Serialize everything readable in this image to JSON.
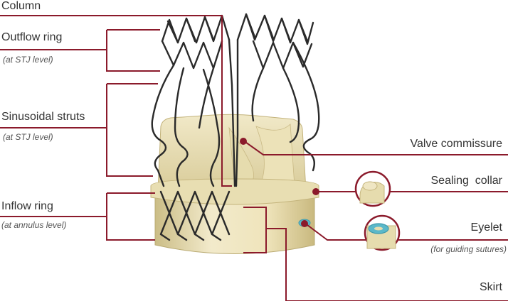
{
  "colors": {
    "leader": "#8b1a2b",
    "frame": "#2a2a2a",
    "skirt_light": "#efe6bd",
    "skirt_shadow": "#cfc08a",
    "eyelet": "#5bb8c9"
  },
  "labels": {
    "column": "Column",
    "outflow_ring": "Outflow ring",
    "outflow_ring_sub": "(at STJ level)",
    "sinusoidal_struts": "Sinusoidal struts",
    "sinusoidal_struts_sub": "(at STJ level)",
    "inflow_ring": "Inflow ring",
    "inflow_ring_sub": "(at annulus level)",
    "valve_commissure": "Valve commissure",
    "sealing_collar": "Sealing  collar",
    "eyelet": "Eyelet",
    "eyelet_sub": "(for guiding sutures)",
    "skirt": "Skirt"
  }
}
